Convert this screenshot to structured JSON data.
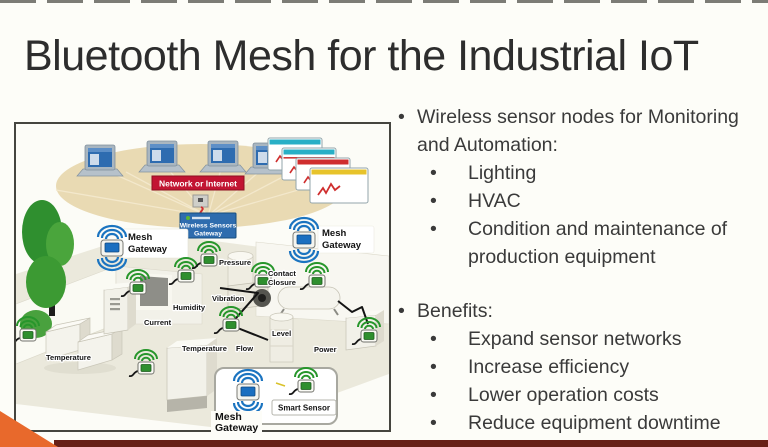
{
  "title": "Bluetooth Mesh for the Industrial IoT",
  "bullet_char": "•",
  "content": {
    "bullets": [
      {
        "label": "Wireless sensor nodes for Monitoring and Automation:",
        "items": [
          "Lighting",
          "HVAC",
          "Condition and maintenance of production equipment"
        ]
      },
      {
        "label": "Benefits:",
        "items": [
          "Expand sensor networks",
          "Increase efficiency",
          "Lower operation costs",
          "Reduce equipment downtime"
        ]
      }
    ]
  },
  "diagram": {
    "network_banner": "Network or Internet",
    "gateway_box": {
      "line1": "Wireless Sensors",
      "line2": "Gateway"
    },
    "labels": {
      "mesh": "Mesh",
      "gateway": "Gateway",
      "pressure": "Pressure",
      "contact": "Contact",
      "closure": "Closure",
      "humidity": "Humidity",
      "vibration": "Vibration",
      "current": "Current",
      "flow": "Flow",
      "level": "Level",
      "power": "Power",
      "temperature": "Temperature",
      "smart_sensor": "Smart Sensor"
    },
    "colors": {
      "banner_red": "#c21432",
      "gateway_blue": "#2e6cae",
      "sensor_green": "#2e8f2e",
      "mesh_blue": "#1b74c0",
      "cloud_tan": "#e9dab3"
    }
  },
  "accents": {
    "corner_triangle_orange": "#e8692c",
    "bottom_bar_maroon": "#682017"
  }
}
